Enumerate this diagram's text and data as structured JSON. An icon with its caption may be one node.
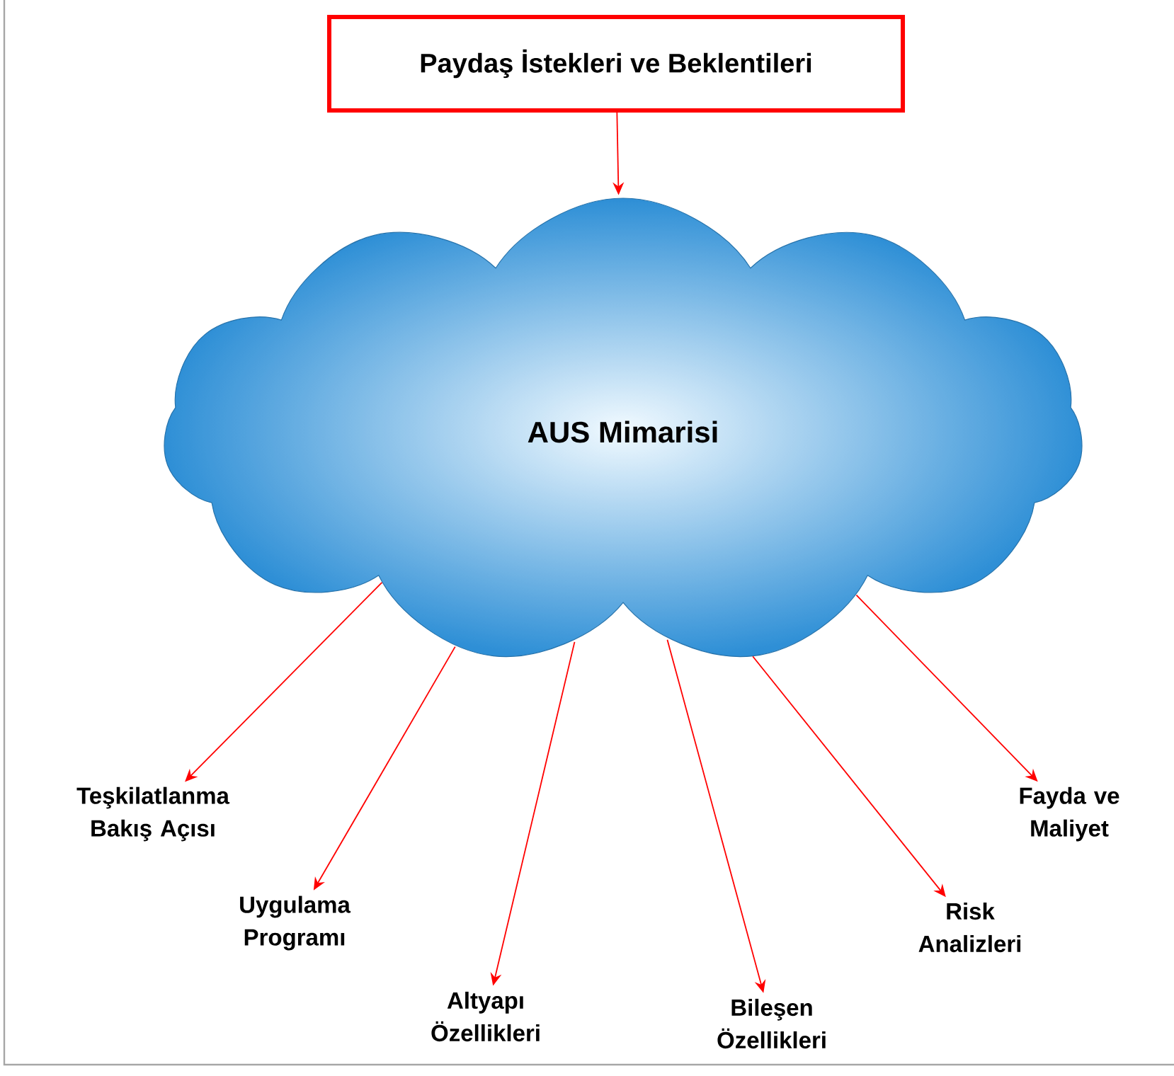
{
  "diagram": {
    "nodes": [
      {
        "text": [
          "Paydaş İstekleri ve Beklentileri"
        ]
      },
      {
        "text": [
          "AUS Mimarisi"
        ]
      },
      {
        "text": [
          "Teşkilatlanma Bakış Açısı"
        ]
      },
      {
        "text": [
          "Uygulama Programı"
        ]
      },
      {
        "text": [
          "Altyapı Özellikleri"
        ]
      },
      {
        "text": [
          "Bileşen Özellikleri"
        ]
      },
      {
        "text": [
          "Risk Analizleri"
        ]
      },
      {
        "text": [
          "Fayda ve Maliyet"
        ]
      }
    ],
    "edges": [
      {
        "from": 0,
        "to": 1,
        "arrow": "to"
      },
      {
        "from": 1,
        "to": 2,
        "arrow": "to"
      },
      {
        "from": 1,
        "to": 3,
        "arrow": "to"
      },
      {
        "from": 1,
        "to": 4,
        "arrow": "to"
      },
      {
        "from": 1,
        "to": 5,
        "arrow": "to"
      },
      {
        "from": 1,
        "to": 6,
        "arrow": "to"
      },
      {
        "from": 1,
        "to": 7,
        "arrow": "to"
      }
    ]
  }
}
